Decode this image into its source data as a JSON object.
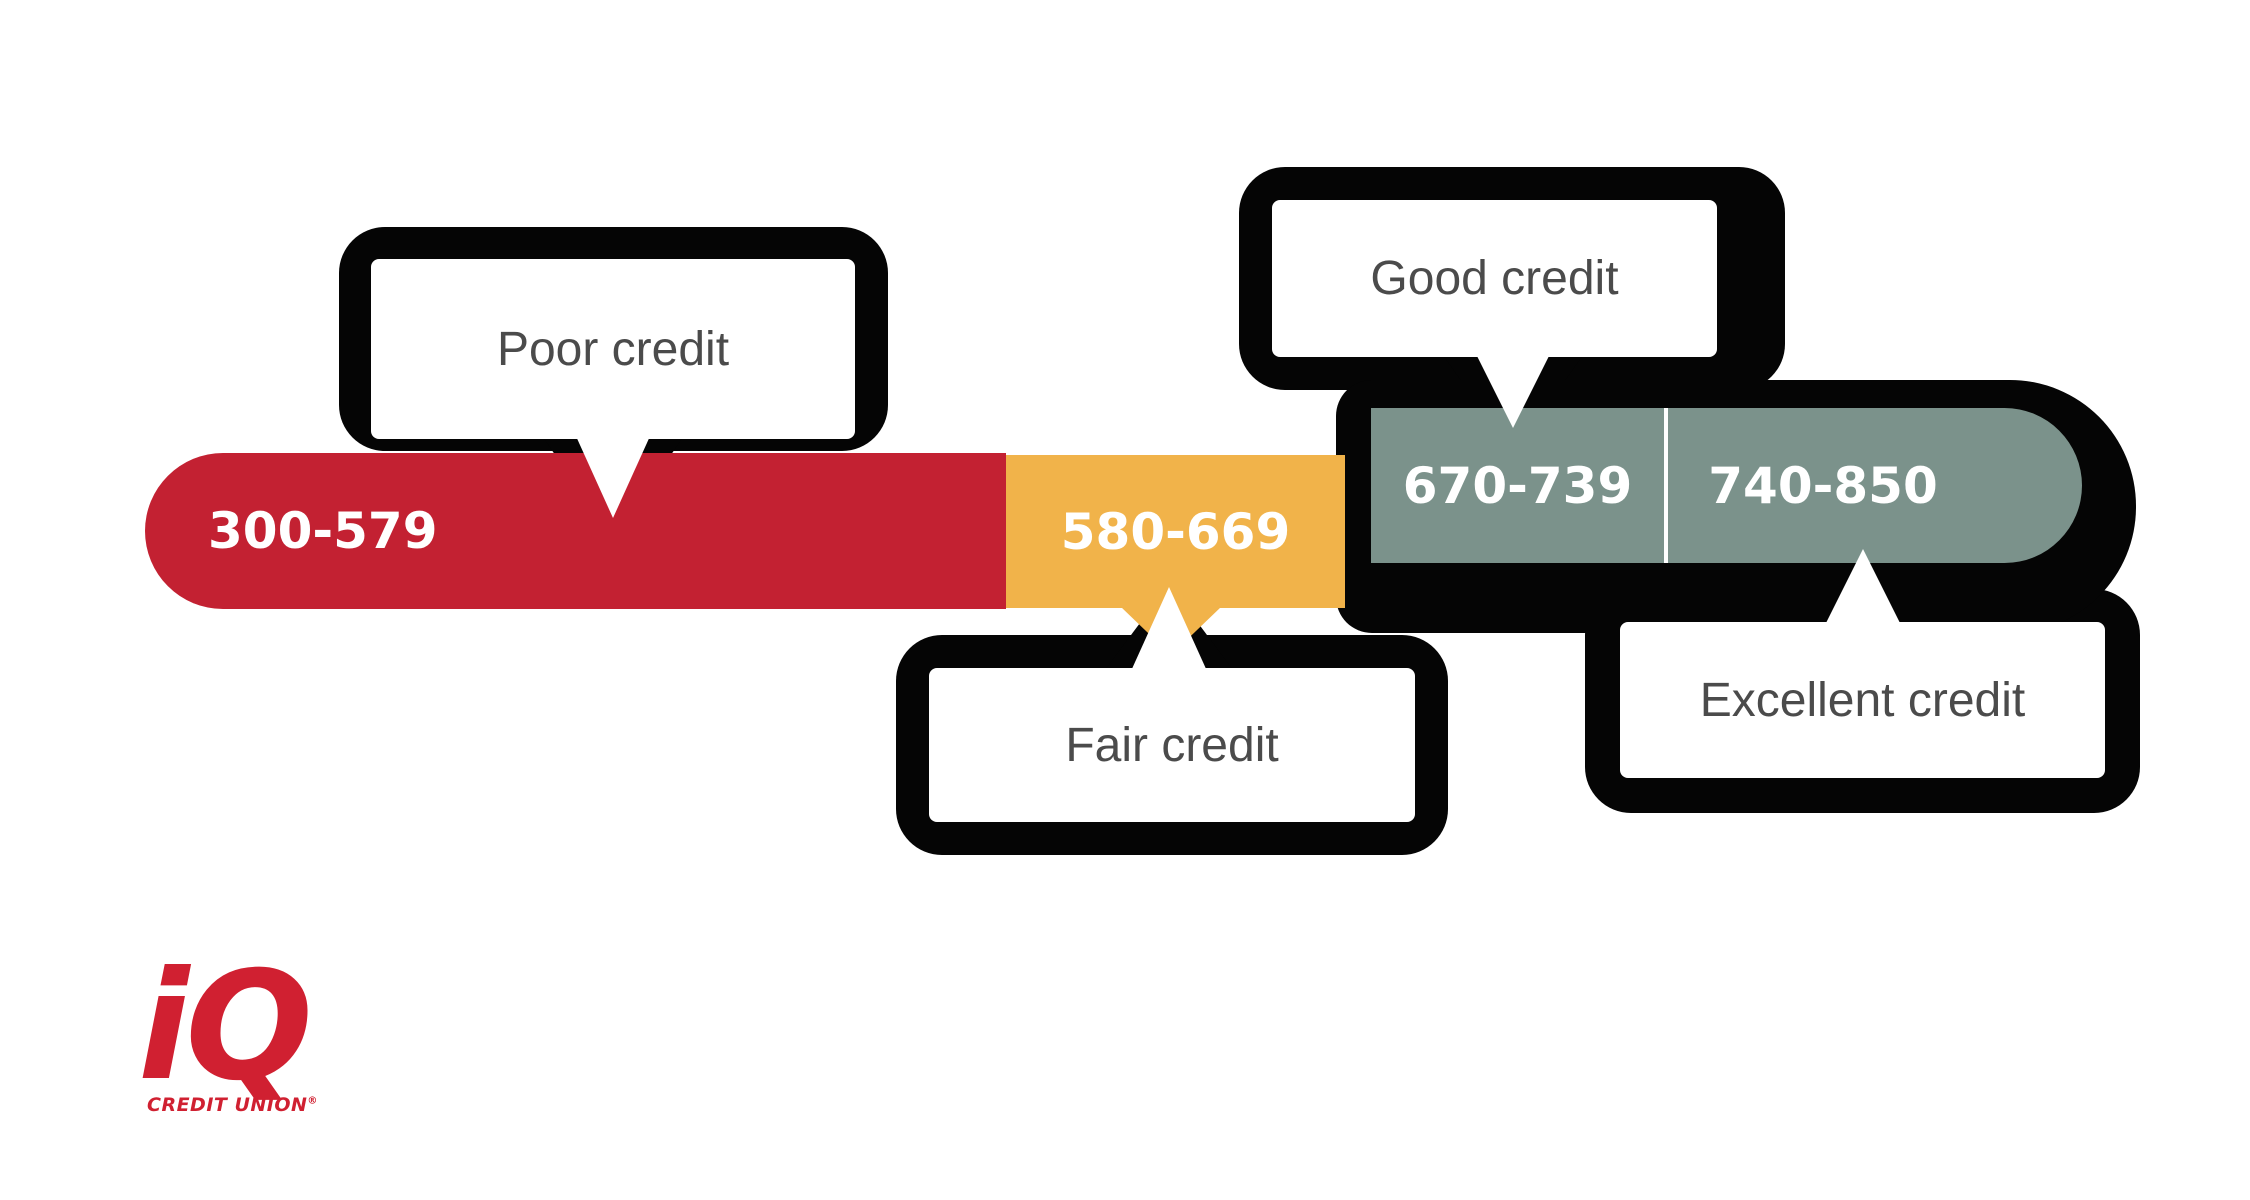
{
  "title": "Credit score ranges infographic",
  "colors": {
    "background": "#ffffff",
    "outline_black": "#050505",
    "poor_red": "#c32132",
    "fair_yellow": "#f1b34a",
    "good_excellent_sage": "#7b928b",
    "range_text": "#ffffff",
    "callout_bg": "#ffffff",
    "callout_text": "#4b4b4b",
    "logo_red": "#d02031"
  },
  "segments": [
    {
      "key": "poor",
      "range": "300-579",
      "callout": "Poor credit"
    },
    {
      "key": "fair",
      "range": "580-669",
      "callout": "Fair credit"
    },
    {
      "key": "good",
      "range": "670-739",
      "callout": "Good credit"
    },
    {
      "key": "excellent",
      "range": "740-850",
      "callout": "Excellent credit"
    }
  ],
  "logo": {
    "text": "iQ",
    "subtext": "CREDIT UNION",
    "registered": "®"
  }
}
